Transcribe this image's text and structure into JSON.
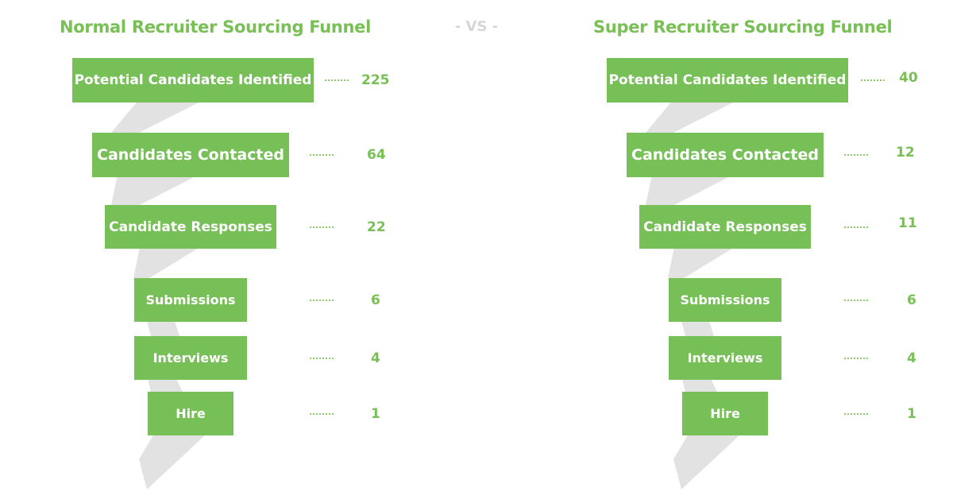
{
  "header": {
    "left_title": "Normal Recruiter Sourcing Funnel",
    "vs_label": "- VS -",
    "right_title": "Super Recruiter Sourcing Funnel"
  },
  "colors": {
    "stage_fill": "#77bf57",
    "title_text": "#78bf55",
    "shadow": "#e2e2e2",
    "vs_text": "#d6d6d6"
  },
  "chart_data": [
    {
      "type": "bar",
      "title": "Normal Recruiter Sourcing Funnel",
      "categories": [
        "Potential Candidates Identified",
        "Candidates Contacted",
        "Candidate Responses",
        "Submissions",
        "Interviews",
        "Hire"
      ],
      "values": [
        225,
        64,
        22,
        6,
        4,
        1
      ],
      "value_labels": [
        "225",
        "64",
        "22",
        "6",
        "4",
        "1"
      ]
    },
    {
      "type": "bar",
      "title": "Super Recruiter Sourcing Funnel",
      "categories": [
        "Potential Candidates Identified",
        "Candidates Contacted",
        "Candidate Responses",
        "Submissions",
        "Interviews",
        "Hire"
      ],
      "values": [
        40,
        12,
        11,
        6,
        4,
        1
      ],
      "value_labels": [
        "40",
        "12",
        "11",
        "6",
        "4",
        "1"
      ]
    }
  ]
}
